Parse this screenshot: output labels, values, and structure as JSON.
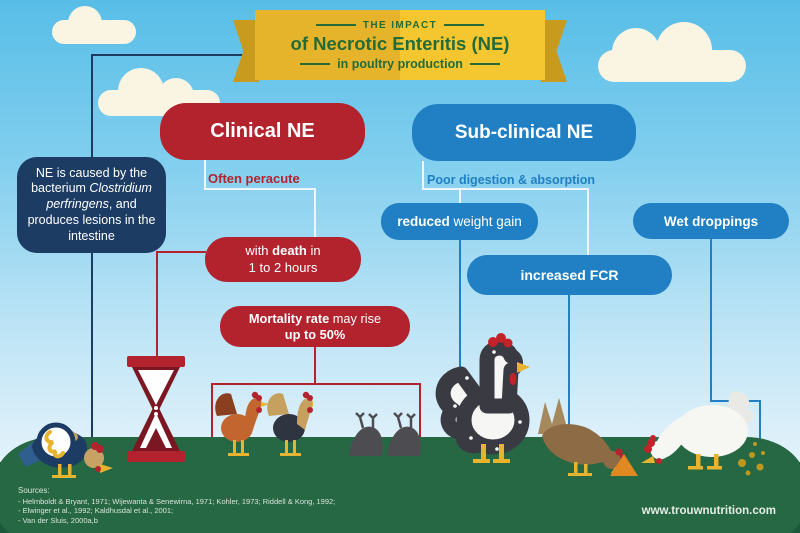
{
  "banner": {
    "kicker": "THE IMPACT",
    "title": "of Necrotic Enteritis (NE)",
    "subtitle": "in poultry production"
  },
  "cause_box": {
    "text_before": "NE is caused by the bacterium ",
    "italic": "Clostridium perfringens",
    "text_after": ", and produces lesions in the intestine"
  },
  "clinical": {
    "title": "Clinical NE",
    "note": "Often peracute",
    "death_box": {
      "pre": "with ",
      "bold": "death",
      "post": " in",
      "line2": "1 to 2 hours"
    },
    "mortality_box": {
      "bold": "Mortality rate",
      "rest": " may rise",
      "line2": "up to 50%"
    }
  },
  "subclinical": {
    "title": "Sub-clinical NE",
    "note": "Poor digestion & absorption",
    "reduced_box": {
      "bold": "reduced",
      "rest": " weight gain"
    },
    "fcr_box": {
      "label": "increased FCR"
    },
    "droppings_box": {
      "label": "Wet droppings"
    }
  },
  "footer": {
    "sources_title": "Sources:",
    "sources": [
      "- Helmboldt & Bryant, 1971; Wijewanta & Senewirna, 1971; Kohler, 1973; Riddell & Kong, 1992;",
      "- Elwinger et al., 1992; Kaldhusdal et al., 2001;",
      "- Van der Sluis, 2000a,b"
    ],
    "website": "www.trouwnutrition.com"
  },
  "illustrations": {
    "bacteria_magnifier": "magnifier over bacterium on pecking chicken",
    "hourglass": "red hourglass",
    "roosters": "two live roosters",
    "dead_birds": "dead bird silhouettes",
    "weight_chicken": "chicken with measuring outline",
    "feeding_hen": "hen eating feed pile",
    "droppings_hen": "white hen with wet droppings"
  },
  "colors": {
    "red": "#b2232e",
    "blue": "#2080c3",
    "navy": "#1c3c64",
    "grass": "#266843",
    "banner_yellow": "#f0c02d",
    "banner_text": "#256b38",
    "sky_top": "#58bee7"
  }
}
